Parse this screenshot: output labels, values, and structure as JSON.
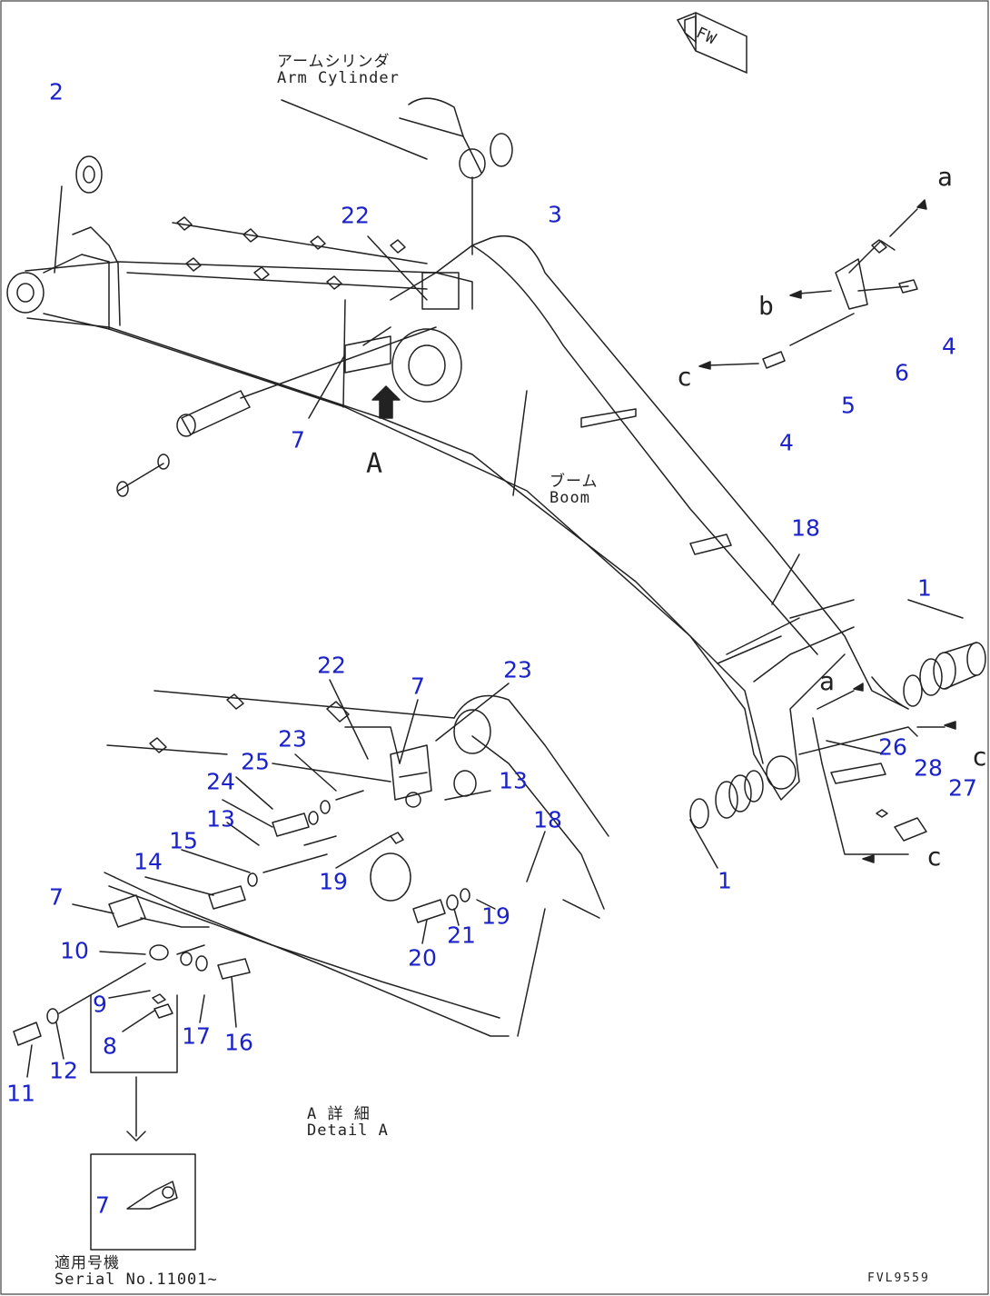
{
  "labels": {
    "arm_cylinder_jp": "アームシリンダ",
    "arm_cylinder_en": "Arm Cylinder",
    "boom_jp": "ブーム",
    "boom_en": "Boom",
    "detail_jp": "A 詳 細",
    "detail_en": "Detail A",
    "view_a": "A",
    "ref_a": "a",
    "ref_b": "b",
    "ref_c": "c",
    "serial_jp": "適用号機",
    "serial_en": "Serial No.11001~",
    "fw": "FW",
    "drawing_code": "FVL9559"
  },
  "callouts": {
    "c2": "2",
    "c3": "3",
    "c22a": "22",
    "c7a": "7",
    "c4a": "4",
    "c6": "6",
    "c5": "5",
    "c4b": "4",
    "c18a": "18",
    "c1a": "1",
    "c26": "26",
    "c28": "28",
    "c27": "27",
    "c1b": "1",
    "c22b": "22",
    "c7b": "7",
    "c23a": "23",
    "c23b": "23",
    "c25": "25",
    "c24": "24",
    "c13a": "13",
    "c13b": "13",
    "c15": "15",
    "c14": "14",
    "c18b": "18",
    "c7c": "7",
    "c19a": "19",
    "c19b": "19",
    "c10": "10",
    "c21": "21",
    "c20": "20",
    "c9": "9",
    "c8": "8",
    "c17": "17",
    "c16": "16",
    "c11": "11",
    "c12": "12",
    "c7d": "7"
  },
  "colors": {
    "callout": "#1a22c8",
    "line": "#222222"
  }
}
